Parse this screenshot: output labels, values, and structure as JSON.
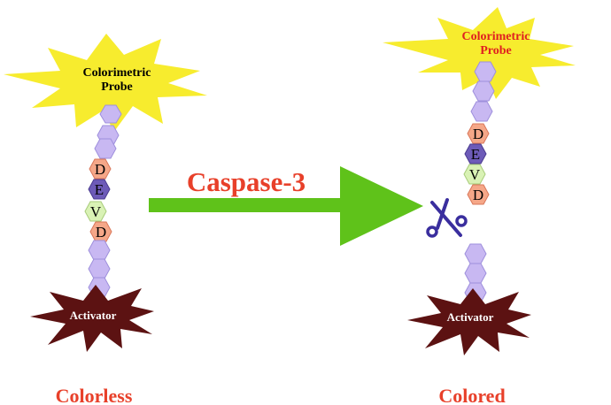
{
  "left_construct": {
    "probe_line1": "Colorimetric",
    "probe_line2": "Probe",
    "activator_label": "Activator",
    "sequence": [
      "D",
      "E",
      "V",
      "D"
    ],
    "state_label": "Colorless"
  },
  "right_construct": {
    "probe_line1": "Colorimetric",
    "probe_line2": "Probe",
    "activator_label": "Activator",
    "sequence": [
      "D",
      "E",
      "V",
      "D"
    ],
    "state_label": "Colored"
  },
  "arrow": {
    "enzyme_label": "Caspase-3"
  },
  "icons": {
    "cleavage": "scissors-icon"
  },
  "colors": {
    "burst_yellow": "#F7EC2E",
    "activator_maroon": "#5C1212",
    "linker_lavender": "#C8B8F2",
    "residue_d_salmon": "#F5A788",
    "residue_e_purple": "#6D5BB8",
    "residue_v_green": "#D9F2B5",
    "arrow_green": "#5FC21A",
    "label_red": "#E8402A",
    "probe_text_colored": "#E02020",
    "scissors_blue": "#3A2E9E"
  }
}
